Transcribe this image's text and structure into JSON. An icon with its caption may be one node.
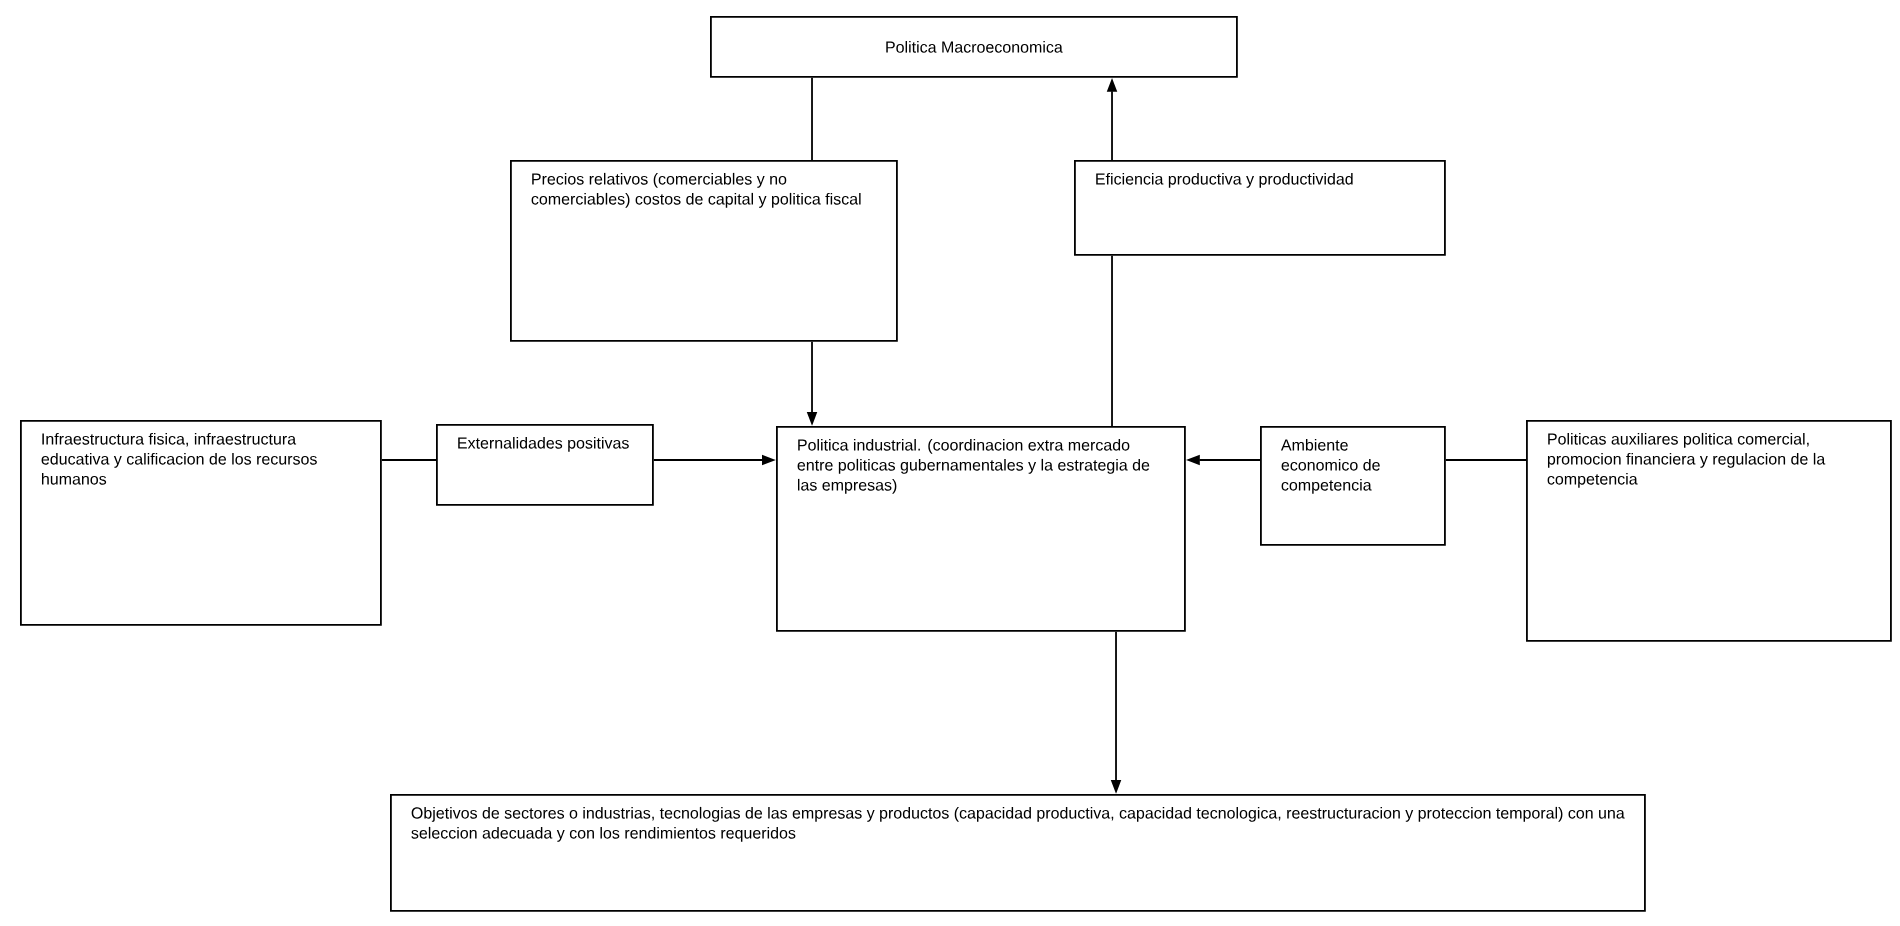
{
  "diagram": {
    "nodes": [
      {
        "text": [
          "Politica Macroeconomica"
        ]
      },
      {
        "text": [
          "Precios relativos (comerciables y no comerciables) costos de capital y politica fiscal"
        ]
      },
      {
        "text": [
          "Eficiencia productiva y productividad"
        ]
      },
      {
        "text": [
          "Infraestructura fisica, infraestructura educativa y calificacion de los recursos humanos"
        ]
      },
      {
        "text": [
          "Externalidades positivas"
        ]
      },
      {
        "text": [
          "Politica industrial. (coordinacion extra mercado entre politicas gubernamentales y la estrategia de las empresas)"
        ]
      },
      {
        "text": [
          "Ambiente economico de competencia"
        ]
      },
      {
        "text": [
          "Politicas auxiliares politica comercial, promocion financiera y regulacion de la competencia"
        ]
      },
      {
        "text": [
          "Objetivos de sectores o industrias, tecnologias de las empresas y productos (capacidad productiva, capacidad tecnologica, reestructuracion y proteccion temporal) con una seleccion adecuada y con los rendimientos requeridos"
        ]
      }
    ],
    "edges": [
      {
        "from": 0,
        "to": 1,
        "arrow": "none"
      },
      {
        "from": 1,
        "to": 5,
        "arrow": "to"
      },
      {
        "from": 5,
        "to": 2,
        "arrow": "none"
      },
      {
        "from": 2,
        "to": 0,
        "arrow": "to"
      },
      {
        "from": 3,
        "to": 4,
        "arrow": "none"
      },
      {
        "from": 4,
        "to": 5,
        "arrow": "to"
      },
      {
        "from": 7,
        "to": 6,
        "arrow": "none"
      },
      {
        "from": 6,
        "to": 5,
        "arrow": "to"
      },
      {
        "from": 5,
        "to": 8,
        "arrow": "to"
      }
    ]
  }
}
